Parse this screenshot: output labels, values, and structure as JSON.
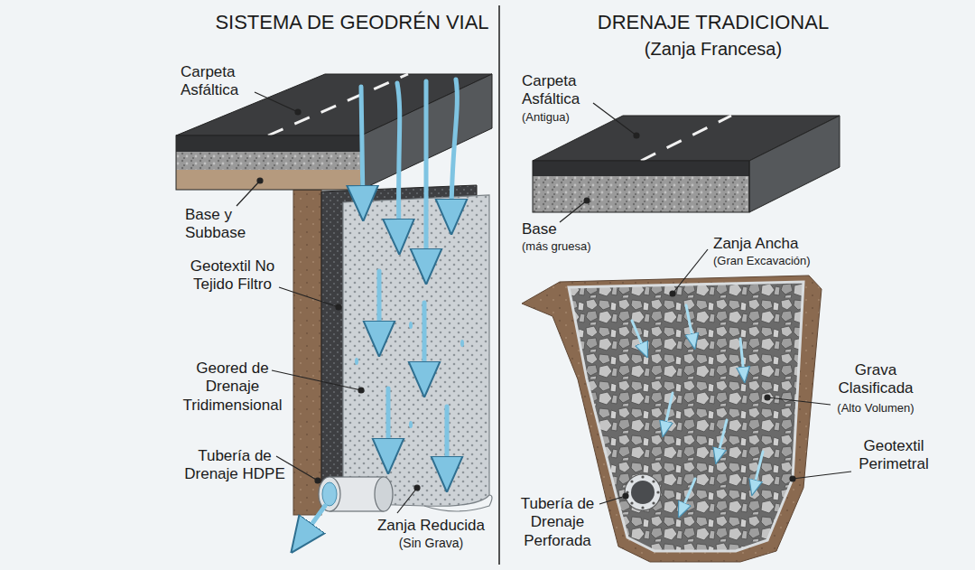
{
  "diagram": {
    "labels": [
      "SISTEMA DE GEODRÉN VIAL",
      "DRENAJE TRADICIONAL",
      "(Zanja Francesa)",
      "Carpeta Asfáltica",
      "Base y Subbase",
      "Geotextil No Tejido Filtro",
      "Geored de Drenaje Tridimensional",
      "Tubería de Drenaje HDPE",
      "Zanja Reducida",
      "(Sin Grava)",
      "Carpeta Asfáltica",
      "(Antigua)",
      "Base",
      "(más gruesa)",
      "Zanja Ancha",
      "(Gran Excavación)",
      "Grava Clasificada",
      "(Alto Volumen)",
      "Geotextil Perimetral",
      "Tubería de Drenaje Perforada"
    ]
  }
}
